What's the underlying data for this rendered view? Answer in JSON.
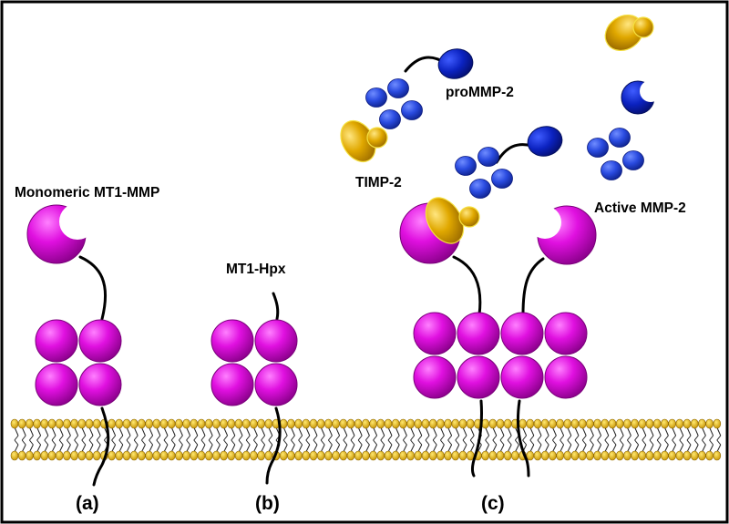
{
  "labels": {
    "monomeric": "Monomeric MT1-MMP",
    "hpx": "MT1-Hpx",
    "promm": "proMMP-2",
    "timp": "TIMP-2",
    "active": "Active MMP-2",
    "a": "(a)",
    "b": "(b)",
    "c": "(c)"
  },
  "colors": {
    "magenta": "#cc00cc",
    "blue": "#1f3fd0",
    "dark_blue": "#0a1aa8",
    "gold": "#d8a400",
    "lipid_head": "#f0c010",
    "frame": "#000000"
  }
}
